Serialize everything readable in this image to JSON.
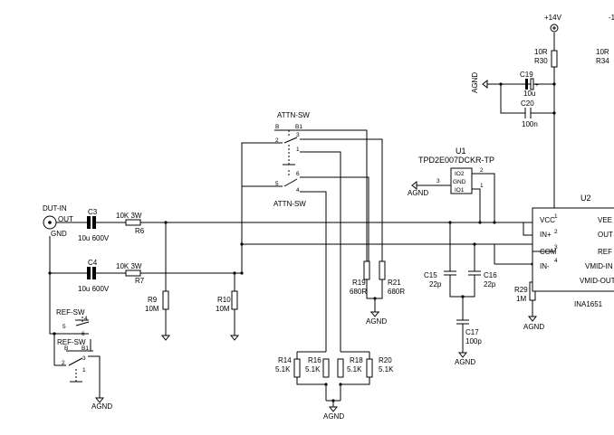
{
  "dut_in": {
    "label": "DUT-IN",
    "out": "OUT",
    "gnd": "GND"
  },
  "c3": {
    "ref": "C3",
    "value": "10u 600V"
  },
  "c4": {
    "ref": "C4",
    "value": "10u 600V"
  },
  "r6": {
    "ref": "R6",
    "value": "10K 3W"
  },
  "r7": {
    "ref": "R7",
    "value": "10K 3W"
  },
  "r9": {
    "ref": "R9",
    "value": "10M"
  },
  "r10": {
    "ref": "R10",
    "value": "10M"
  },
  "attn_sw_top": {
    "label": "ATTN-SW",
    "pin_b": "B",
    "pin_b1": "B1",
    "p2": "2",
    "p3": "3",
    "p1": "1"
  },
  "attn_sw_bot": {
    "label": "ATTN-SW",
    "p5": "5",
    "p6": "6",
    "p4": "4"
  },
  "ref_sw_top": {
    "label": "REF-SW",
    "p5": "5",
    "p4": "4",
    "p6": "6"
  },
  "ref_sw_bot": {
    "label": "REF-SW",
    "pin_b": "B",
    "pin_b1": "B1",
    "p2": "2",
    "p3": "3",
    "p1": "1"
  },
  "r19": {
    "ref": "R19",
    "value": "680R"
  },
  "r21": {
    "ref": "R21",
    "value": "680R"
  },
  "r14": {
    "ref": "R14",
    "value": "5.1K"
  },
  "r16": {
    "ref": "R16",
    "value": "5.1K"
  },
  "r18": {
    "ref": "R18",
    "value": "5.1K"
  },
  "r20": {
    "ref": "R20",
    "value": "5.1K"
  },
  "u1": {
    "ref": "U1",
    "part": "TPD2E007DCKR-TP",
    "io2": "IO2",
    "gnd": "GND",
    "io1": "IO1",
    "p3": "3",
    "p2": "2",
    "p1": "1"
  },
  "c15": {
    "ref": "C15",
    "value": "22p"
  },
  "c16": {
    "ref": "C16",
    "value": "22p"
  },
  "c17": {
    "ref": "C17",
    "value": "100p"
  },
  "r29": {
    "ref": "R29",
    "value": "1M"
  },
  "supply": {
    "label": "+14V",
    "edge": "-1"
  },
  "r30": {
    "ref": "R30",
    "value": "10R"
  },
  "r34": {
    "ref": "R34",
    "value": "10R"
  },
  "c19": {
    "ref": "C19",
    "value": "10u",
    "plus": "+"
  },
  "c20": {
    "ref": "C20",
    "value": "100n"
  },
  "u2": {
    "ref": "U2",
    "part": "INA1651",
    "vcc": "VCC",
    "inp": "IN+",
    "com": "COM",
    "inn": "IN-",
    "vee": "VEE",
    "out": "OUT",
    "refp": "REF",
    "vmid_in": "VMID-IN",
    "vmid_out": "VMID-OUT",
    "p1": "1",
    "p2": "2",
    "p3": "3",
    "p4": "4"
  },
  "agnd": "AGND"
}
